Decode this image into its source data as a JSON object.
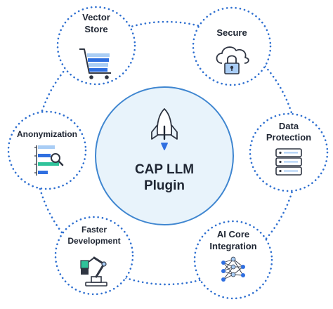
{
  "center": {
    "line1": "CAP LLM",
    "line2": "Plugin",
    "icon": "rocket-icon"
  },
  "nodes": [
    {
      "id": "vector-store",
      "lines": [
        "Vector",
        "Store"
      ],
      "icon": "shopping-cart-icon"
    },
    {
      "id": "secure",
      "lines": [
        "Secure"
      ],
      "icon": "cloud-lock-icon"
    },
    {
      "id": "data-protection",
      "lines": [
        "Data",
        "Protection"
      ],
      "icon": "server-stack-icon"
    },
    {
      "id": "ai-core-integration",
      "lines": [
        "AI Core",
        "Integration"
      ],
      "icon": "neural-network-icon"
    },
    {
      "id": "faster-development",
      "lines": [
        "Faster",
        "Development"
      ],
      "icon": "robot-arm-icon"
    },
    {
      "id": "anonymization",
      "lines": [
        "Anonymization"
      ],
      "icon": "magnify-list-icon"
    }
  ],
  "colors": {
    "dotted_ring": "#2e6fd0",
    "center_fill": "#e8f3fb",
    "center_stroke": "#3f86d0",
    "icon_dark": "#2f3542",
    "icon_blue": "#2f6fe0",
    "icon_light_blue": "#a9cdf5",
    "icon_green": "#2fc39a",
    "text": "#1f2633"
  }
}
